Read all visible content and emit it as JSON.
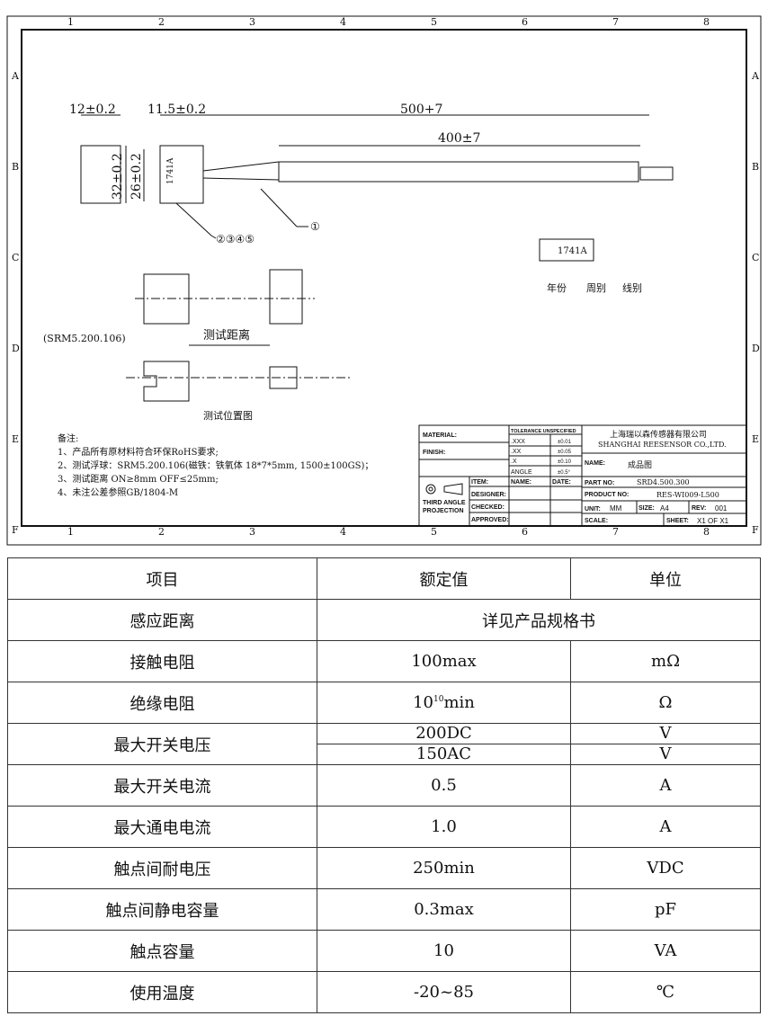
{
  "frame": {
    "cols": [
      "1",
      "2",
      "3",
      "4",
      "5",
      "6",
      "7",
      "8"
    ],
    "rows": [
      "A",
      "B",
      "C",
      "D",
      "E",
      "F"
    ]
  },
  "drawing": {
    "dim_12": "12±0.2",
    "dim_115": "11.5±0.2",
    "dim_500": "500+7",
    "dim_400": "400±7",
    "dim_32": "32±0.2",
    "dim_26": "26±0.2",
    "marking": "1741A",
    "callout_1": "①",
    "callout_2345": "②③④⑤",
    "legend_year": "年份",
    "legend_week": "周别",
    "legend_line": "线别",
    "test_distance": "测试距离",
    "float_ref": "(SRM5.200.106)",
    "test_position": "测试位置图"
  },
  "notes": {
    "title": "备注:",
    "items": [
      "1、产品所有原材料符合环保RoHS要求;",
      "2、测试浮球：SRM5.200.106(磁铁：铁氧体 18*7*5mm, 1500±100GS)；",
      "3、测试距离 ON≥8mm OFF≤25mm;",
      "4、未注公差参照GB/1804-M"
    ]
  },
  "title_block": {
    "material": "MATERIAL:",
    "finish": "FINISH:",
    "tolerance": "TOLERANCE UNSPECIFIED",
    "tol": [
      [
        ".XXX",
        "±0.01"
      ],
      [
        ".XX",
        "±0.05"
      ],
      [
        ".X",
        "±0.10"
      ],
      [
        "ANGLE",
        "±0.5°"
      ]
    ],
    "company_cn": "上海瑞以森传感器有限公司",
    "company_en": "SHANGHAI REESENSOR CO.,LTD.",
    "name_label": "NAME:",
    "name": "成品图",
    "item": "ITEM:",
    "name2": "NAME:",
    "date": "DATE:",
    "designer": "DESIGNER:",
    "checked": "CHECKED:",
    "approved": "APPROVED:",
    "projection": "THIRD ANGLE",
    "projection2": "PROJECTION",
    "part_label": "PART NO:",
    "part": "SRD4.500.300",
    "product_label": "PRODUCT NO:",
    "product": "RES-WI009-L500",
    "unit_label": "UNIT:",
    "unit": "MM",
    "size_label": "SIZE:",
    "size": "A4",
    "rev_label": "REV:",
    "rev": "001",
    "scale_label": "SCALE:",
    "sheet_label": "SHEET:",
    "sheet": "X1 OF  X1"
  },
  "spec_table": {
    "headers": [
      "项目",
      "额定值",
      "单位"
    ],
    "rows": [
      {
        "item": "感应距离",
        "value": "详见产品规格书"
      },
      {
        "item": "接触电阻",
        "value": "100max",
        "unit": "mΩ"
      },
      {
        "item": "绝缘电阻",
        "value_base": "10",
        "value_exp": "10",
        "value_suffix": "min",
        "unit": "Ω"
      },
      {
        "item": "最大开关电压",
        "value": "200DC",
        "unit": "V",
        "value2": "150AC",
        "unit2": "V"
      },
      {
        "item": "最大开关电流",
        "value": "0.5",
        "unit": "A"
      },
      {
        "item": "最大通电电流",
        "value": "1.0",
        "unit": "A"
      },
      {
        "item": "触点间耐电压",
        "value": "250min",
        "unit": "VDC"
      },
      {
        "item": "触点间静电容量",
        "value": "0.3max",
        "unit": "pF"
      },
      {
        "item": "触点容量",
        "value": "10",
        "unit": "VA"
      },
      {
        "item": "使用温度",
        "value": "-20~85",
        "unit": "℃"
      }
    ]
  }
}
